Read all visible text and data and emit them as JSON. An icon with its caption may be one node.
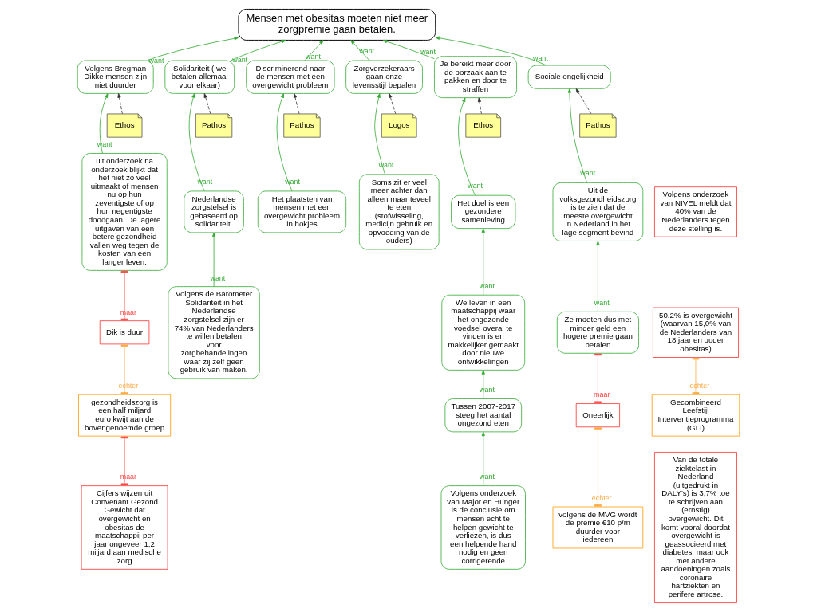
{
  "diagram": {
    "nodes": [
      {
        "text": [
          "Mensen met obesitas moeten niet meer zorgpremie gaan betalen."
        ]
      },
      {
        "text": [
          "Volgens Bregman Dikke mensen zijn niet duurder"
        ]
      },
      {
        "text": [
          "Ethos"
        ]
      },
      {
        "text": [
          "uit onderzoek na onderzoek blijkt dat het niet zo veel uitmaakt of mensen nu op hun zeventigste of op hun negentigste doodgaan. De lagere uitgaven van een betere gezondheid vallen weg tegen de kosten van een langer leven."
        ]
      },
      {
        "text": [
          "Dik is duur"
        ]
      },
      {
        "text": [
          "gezondheidszorg is een half miljard euro kwijt aan de bovengenoemde groep"
        ]
      },
      {
        "text": [
          "Cijfers wijzen uit Convenant Gezond Gewicht dat overgewicht en obesitas de maatschappij per jaar ongeveer 1,2 miljard aan medische zorg"
        ]
      },
      {
        "text": [
          "Solidariteit ( we betalen allemaal voor elkaar)"
        ]
      },
      {
        "text": [
          "Pathos"
        ]
      },
      {
        "text": [
          "Nederlandse zorgstelsel is gebaseerd op solidariteit."
        ]
      },
      {
        "text": [
          "Volgens de Barometer Solidariteit in het Nederlandse zorgstelsel zijn er 74% van Nederlanders te willen betalen voor zorgbehandelingen waar zij zelf geen gebruik van maken."
        ]
      },
      {
        "text": [
          "Discriminerend naar de mensen met een overgewicht probleem"
        ]
      },
      {
        "text": [
          "Pathos"
        ]
      },
      {
        "text": [
          "Het plaatsten van mensen met een overgewicht probleem in hokjes"
        ]
      },
      {
        "text": [
          "Zorgverzekeraars gaan onze levensstijl bepalen"
        ]
      },
      {
        "text": [
          "Logos"
        ]
      },
      {
        "text": [
          "Soms zit er veel meer achter dan alleen maar teveel te eten (stofwisseling, medicijn gebruik en opvoeding van de ouders)"
        ]
      },
      {
        "text": [
          "Je bereikt meer door de oorzaak aan te pakken en door te straffen"
        ]
      },
      {
        "text": [
          "Ethos"
        ]
      },
      {
        "text": [
          "Het doel is een gezondere samenleving"
        ]
      },
      {
        "text": [
          "We leven in een maatschappij waar het ongezonde voedsel overal te vinden is en makkelijker gemaakt door nieuwe ontwikkelingen"
        ]
      },
      {
        "text": [
          "Tussen 2007-2017 steeg het aantal ongezond eten"
        ]
      },
      {
        "text": [
          "Volgens onderzoek van Major en Hunger is de conclusie om mensen echt te helpen gewicht te verliezen, is dus een helpende hand nodig en geen corrigerende"
        ]
      },
      {
        "text": [
          "Sociale ongelijkheid"
        ]
      },
      {
        "text": [
          "Pathos"
        ]
      },
      {
        "text": [
          "Uit de volksgezondheidszorg is te zien dat de meeste overgewicht in Nederland in het lage segment bevind"
        ]
      },
      {
        "text": [
          "Ze moeten dus met minder geld een hogere premie gaan betalen"
        ]
      },
      {
        "text": [
          "Oneerlijk"
        ]
      },
      {
        "text": [
          "volgens de MVG wordt de premie €10 p/m duurder voor iedereen"
        ]
      },
      {
        "text": [
          "Volgens onderzoek van NIVEL meldt dat 40% van de Nederlanders tegen deze stelling is."
        ]
      },
      {
        "text": [
          "50.2% is overgewicht (waarvan 15,0% van de Nederlanders van 18 jaar en ouder obesitas)"
        ]
      },
      {
        "text": [
          "Gecombineerd Leefstijl Interventieprogramma (GLI)"
        ]
      },
      {
        "text": [
          "Van de totale ziektelast in Nederland (uitgedrukt in DALY's) is 3,7% toe te schrijven aan (ernstig) overgewicht. Dit komt vooral doordat overgewicht is geassocieerd met diabetes, maar ook met andere aandoeningen zoals coronaire hartziekten en perifere artrose."
        ]
      }
    ],
    "edges": [
      {
        "from": 1,
        "to": 0,
        "arrow": "to",
        "label": "want"
      },
      {
        "from": 2,
        "to": 1,
        "arrow": "to",
        "style": "dashed",
        "color": "#333333"
      },
      {
        "from": 3,
        "to": 1,
        "arrow": "to",
        "label": "want"
      },
      {
        "from": 4,
        "to": 3,
        "arrow": "other",
        "label": "maar",
        "color": "#ff4444"
      },
      {
        "from": 5,
        "to": 4,
        "arrow": "other",
        "label": "echter",
        "color": "#ffaa44"
      },
      {
        "from": 6,
        "to": 5,
        "arrow": "other",
        "label": "maar",
        "color": "#ff4444"
      },
      {
        "from": 7,
        "to": 0,
        "arrow": "to",
        "label": "want"
      },
      {
        "from": 8,
        "to": 7,
        "arrow": "to",
        "style": "dashed",
        "color": "#333333"
      },
      {
        "from": 9,
        "to": 7,
        "arrow": "to",
        "label": "want"
      },
      {
        "from": 10,
        "to": 9,
        "arrow": "to",
        "label": "want"
      },
      {
        "from": 11,
        "to": 0,
        "arrow": "to",
        "label": "want"
      },
      {
        "from": 12,
        "to": 11,
        "arrow": "to",
        "style": "dashed",
        "color": "#333333"
      },
      {
        "from": 13,
        "to": 11,
        "arrow": "to",
        "label": "want"
      },
      {
        "from": 14,
        "to": 0,
        "arrow": "to",
        "label": "want"
      },
      {
        "from": 15,
        "to": 14,
        "arrow": "to",
        "style": "dashed",
        "color": "#333333"
      },
      {
        "from": 16,
        "to": 14,
        "arrow": "to",
        "label": "want"
      },
      {
        "from": 17,
        "to": 0,
        "arrow": "to",
        "label": "want"
      },
      {
        "from": 18,
        "to": 17,
        "arrow": "to",
        "style": "dashed",
        "color": "#333333"
      },
      {
        "from": 19,
        "to": 17,
        "arrow": "to",
        "label": "want"
      },
      {
        "from": 20,
        "to": 19,
        "arrow": "to",
        "label": "want"
      },
      {
        "from": 21,
        "to": 20,
        "arrow": "to",
        "label": "want"
      },
      {
        "from": 22,
        "to": 21,
        "arrow": "to",
        "label": "want"
      },
      {
        "from": 23,
        "to": 0,
        "arrow": "to",
        "label": "want"
      },
      {
        "from": 24,
        "to": 23,
        "arrow": "to",
        "style": "dashed",
        "color": "#333333"
      },
      {
        "from": 25,
        "to": 23,
        "arrow": "to",
        "label": "want"
      },
      {
        "from": 26,
        "to": 25,
        "arrow": "to",
        "label": "want"
      },
      {
        "from": 27,
        "to": 26,
        "arrow": "other",
        "label": "maar",
        "color": "#ff4444"
      },
      {
        "from": 28,
        "to": 27,
        "arrow": "other",
        "label": "echter",
        "color": "#ffaa44"
      },
      {
        "from": 31,
        "to": 30,
        "arrow": "other",
        "label": "echter",
        "color": "#ffaa44"
      }
    ]
  }
}
